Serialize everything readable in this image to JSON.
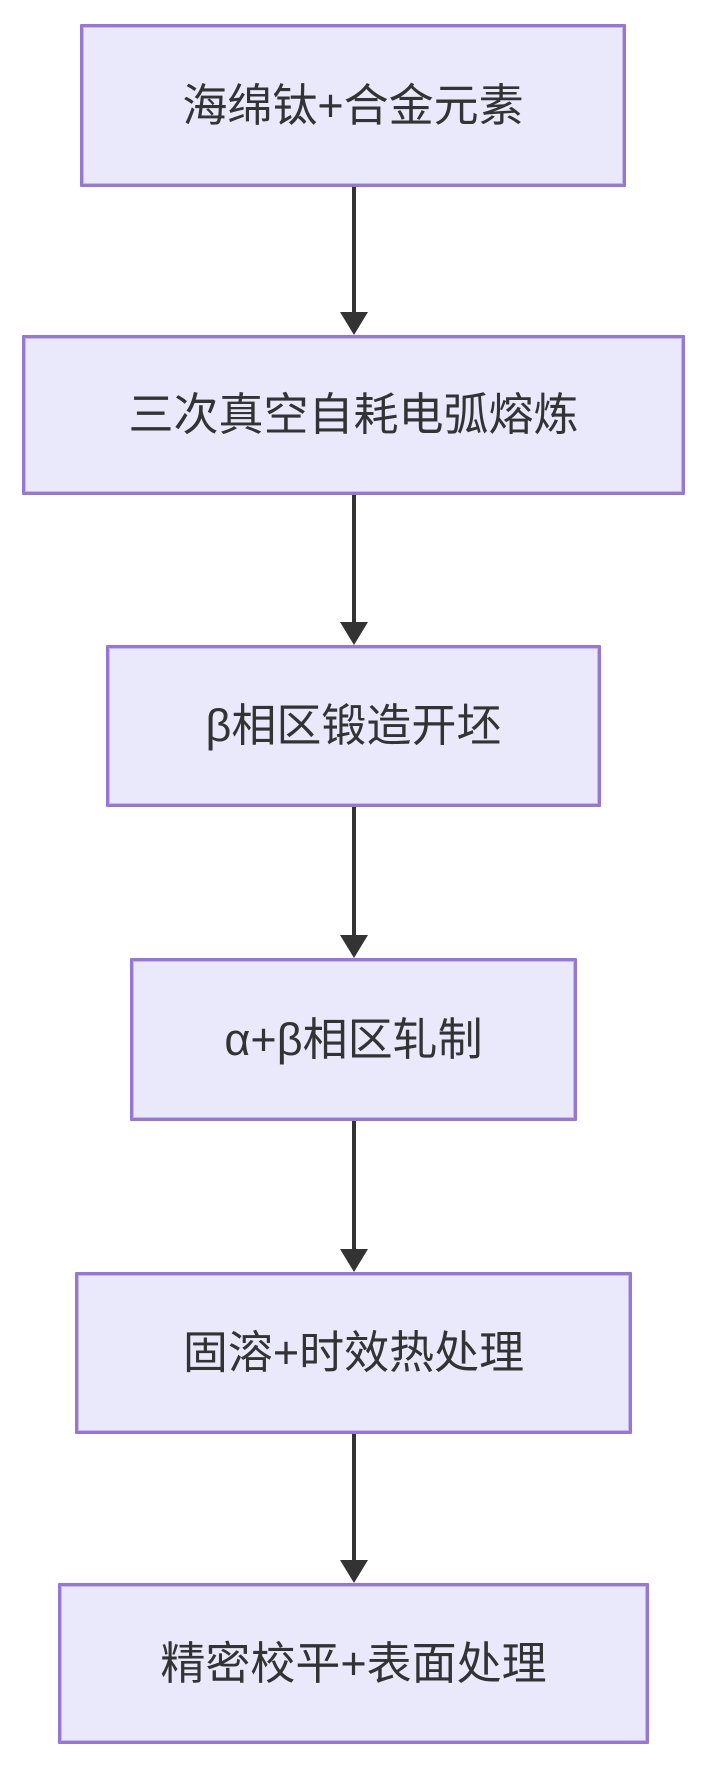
{
  "diagram": {
    "type": "flowchart-vertical",
    "colors": {
      "node_fill": "#e9e9fb",
      "node_border": "#9477d8",
      "arrow": "#333333",
      "text": "#333333",
      "background": "#ffffff"
    },
    "steps": [
      {
        "label": "海绵钛+合金元素"
      },
      {
        "label": "三次真空自耗电弧熔炼"
      },
      {
        "label": "β相区锻造开坯"
      },
      {
        "label": "α+β相区轧制"
      },
      {
        "label": "固溶+时效热处理"
      },
      {
        "label": "精密校平+表面处理"
      }
    ]
  }
}
